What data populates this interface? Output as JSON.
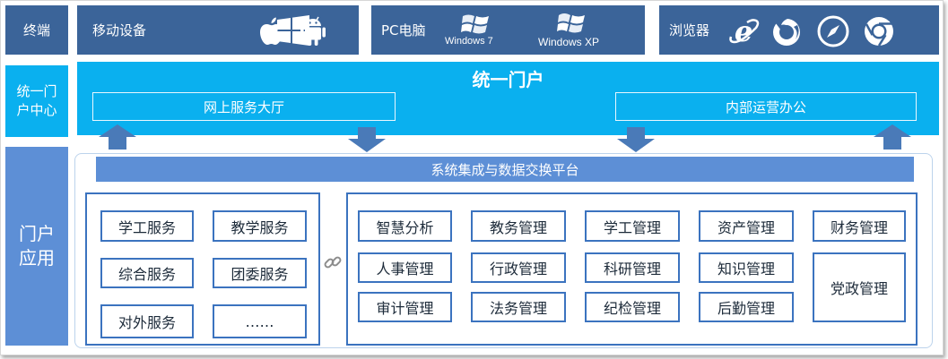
{
  "terminal": {
    "label": "终端",
    "mobile": {
      "label": "移动设备",
      "icons": [
        "apple-icon",
        "android-icon",
        "windows-icon"
      ]
    },
    "pc": {
      "label": "PC电脑",
      "os": [
        "Windows 7",
        "Windows XP"
      ]
    },
    "browser": {
      "label": "浏览器",
      "icons": [
        "ie-icon",
        "firefox-icon",
        "safari-icon",
        "chrome-icon"
      ]
    }
  },
  "portal": {
    "side_label_line1": "统一门",
    "side_label_line2": "户中心",
    "title": "统一门户",
    "online_hall": "网上服务大厅",
    "internal_office": "内部运营办公"
  },
  "apps": {
    "side_label_line1": "门户",
    "side_label_line2": "应用",
    "integration": "系统集成与数据交换平台",
    "left_group": [
      "学工服务",
      "教学服务",
      "综合服务",
      "团委服务",
      "对外服务",
      "……"
    ],
    "right_group": [
      "智慧分析",
      "教务管理",
      "学工管理",
      "资产管理",
      "财务管理",
      "人事管理",
      "行政管理",
      "科研管理",
      "知识管理",
      "党政管理",
      "审计管理",
      "法务管理",
      "纪检管理",
      "后勤管理"
    ]
  },
  "colors": {
    "dark_blue": "#3b6499",
    "portal_blue": "#0ab0ef",
    "band_blue": "#5d8fd6",
    "arrow_blue": "#4a7ab8",
    "border_blue": "#3b73bf"
  }
}
